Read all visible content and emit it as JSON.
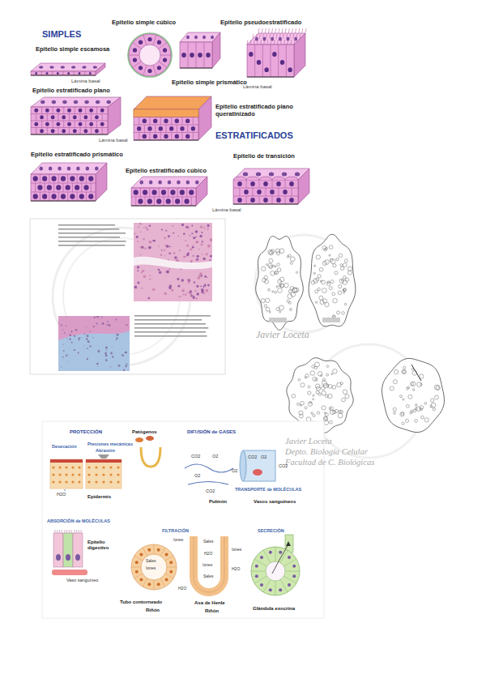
{
  "diagram": {
    "labels": [
      "SIMPLES",
      "Epitelio simple cúbico",
      "Epitelio pseudoestratificado",
      "Epitelio simple escamosa",
      "Lámina basal",
      "Lámina basal",
      "Epitelio simple prismático",
      "Epitelio estratificado plano",
      "Lámina basal",
      "Epitelio estratificado plano queratinizado",
      "ESTRATIFICADOS",
      "Epitelio estratificado prismático",
      "Epitelio estratificado cúbico",
      "Epitelio de transición",
      "Lámina basal",
      "Javier Loceta",
      "Javier Loceta",
      "Depto. Biología Celular",
      "Facultad de C. Biológicas",
      "PROTECCIÓN",
      "Patógenos",
      "DIFUSIÓN de GASES",
      "Desecación",
      "Presiones mecánicas",
      "Abrasión",
      "H2O",
      "Epidermis",
      "CO2",
      "O2",
      "O2",
      "CO2",
      "Pulmón",
      "CO2",
      "O2",
      "O2",
      "CO2",
      "TRANSPORTE de MOLÉCULAS",
      "Vasos sanguíneos",
      "ABSORCIÓN de MOLÉCULAS",
      "Epitelio digestivo",
      "Vaso sanguíneo",
      "FILTRACIÓN",
      "Iones",
      "Sales",
      "Iones",
      "Sales",
      "H2O",
      "Iones",
      "Sales",
      "H2O",
      "Iones",
      "H2O",
      "Tubo contorneado",
      "Riñón",
      "Asa de Henle",
      "Riñón",
      "SECRECIÓN",
      "Glándula exocrina"
    ]
  }
}
